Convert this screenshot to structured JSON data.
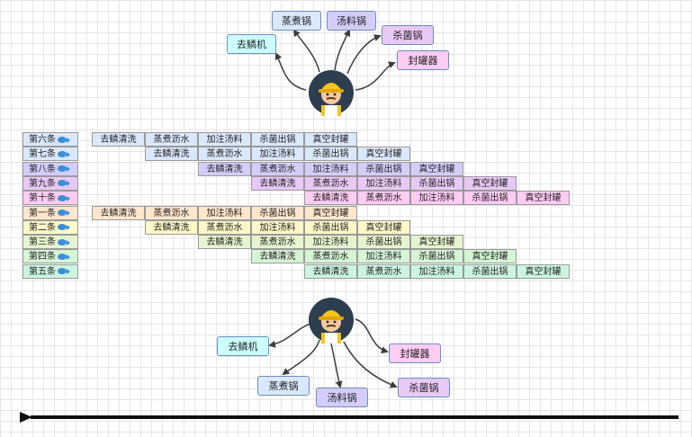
{
  "colors": {
    "line": "#3d3d3d",
    "descaler": "#ccffff",
    "steamer": "#dae8fc",
    "souper": "#d4cdfa",
    "sterilizer": "#e8c8f5",
    "sealer": "#ffccf2"
  },
  "top_cluster": {
    "descaler": "去鳞机",
    "steamer": "蒸煮锅",
    "souper": "汤料锅",
    "sterilizer": "杀菌锅",
    "sealer": "封罐器"
  },
  "bottom_cluster": {
    "descaler": "去鳞机",
    "steamer": "蒸煮锅",
    "souper": "汤料锅",
    "sterilizer": "杀菌锅",
    "sealer": "封罐器"
  },
  "schedule": {
    "steps": [
      "去鳞清洗",
      "蒸煮沥水",
      "加注汤料",
      "杀菌出锅",
      "真空封罐"
    ],
    "lanes": [
      {
        "label": "第六条",
        "color": "#dae8fc",
        "offset": 0
      },
      {
        "label": "第七条",
        "color": "#dae8fc",
        "offset": 1
      },
      {
        "label": "第八条",
        "color": "#d4cdfa",
        "offset": 2
      },
      {
        "label": "第九条",
        "color": "#e8c8f5",
        "offset": 3
      },
      {
        "label": "第十条",
        "color": "#ffccf2",
        "offset": 4
      },
      {
        "label": "第一条",
        "color": "#ffe6cc",
        "offset": 0
      },
      {
        "label": "第二条",
        "color": "#fff8c8",
        "offset": 1
      },
      {
        "label": "第三条",
        "color": "#e6f5d0",
        "offset": 2
      },
      {
        "label": "第四条",
        "color": "#d5f5d5",
        "offset": 3
      },
      {
        "label": "第五条",
        "color": "#ccf5e0",
        "offset": 4
      }
    ]
  }
}
